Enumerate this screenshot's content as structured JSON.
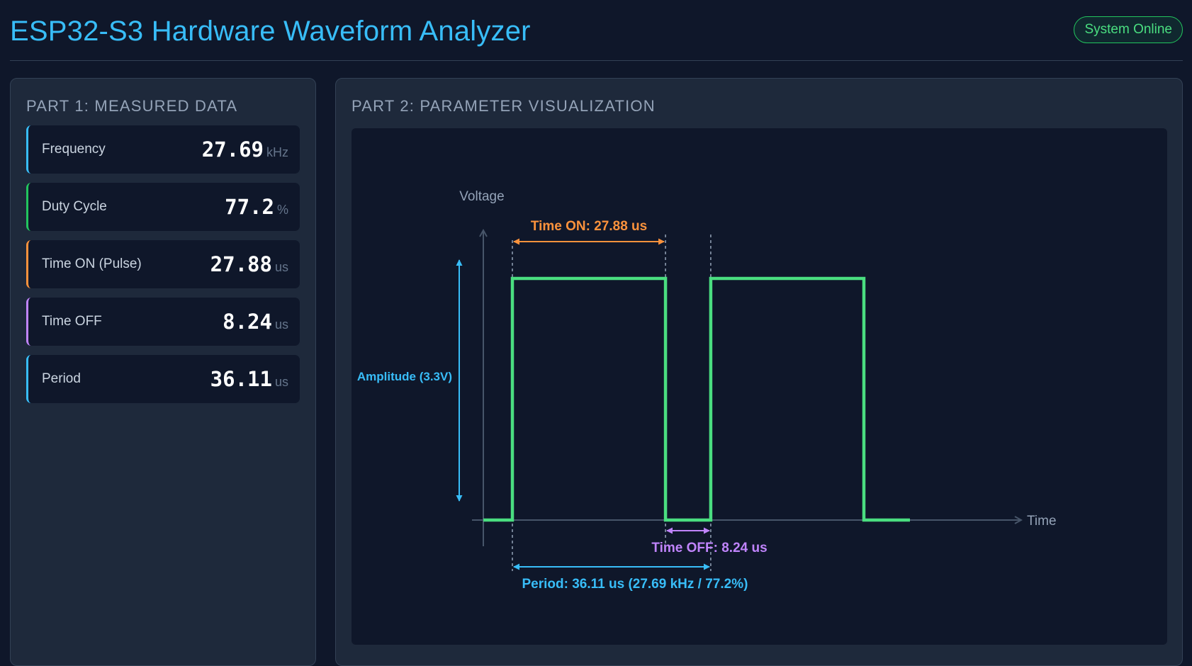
{
  "header": {
    "title": "ESP32-S3 Hardware Waveform Analyzer",
    "status": "System Online"
  },
  "part1": {
    "title": "PART 1: MEASURED DATA",
    "metrics": [
      {
        "label": "Frequency",
        "value": "27.69",
        "unit": "kHz",
        "color": "#38bdf8"
      },
      {
        "label": "Duty Cycle",
        "value": "77.2",
        "unit": "%",
        "color": "#22c55e"
      },
      {
        "label": "Time ON (Pulse)",
        "value": "27.88",
        "unit": "us",
        "color": "#fb923c"
      },
      {
        "label": "Time OFF",
        "value": "8.24",
        "unit": "us",
        "color": "#c084fc"
      },
      {
        "label": "Period",
        "value": "36.11",
        "unit": "us",
        "color": "#38bdf8"
      }
    ]
  },
  "part2": {
    "title": "PART 2: PARAMETER VISUALIZATION",
    "y_label": "Voltage",
    "x_label": "Time",
    "amplitude_label": "Amplitude (3.3V)",
    "time_on_label": "Time ON: 27.88 us",
    "time_off_label": "Time OFF: 8.24 us",
    "period_label": "Period: 36.11 us (27.69 kHz / 77.2%)",
    "time_on_us": 27.88,
    "time_off_us": 8.24,
    "colors": {
      "signal": "#4ade80",
      "time_on": "#fb923c",
      "time_off": "#c084fc",
      "period": "#38bdf8",
      "axis": "#475569",
      "guide": "#94a3b8"
    }
  }
}
